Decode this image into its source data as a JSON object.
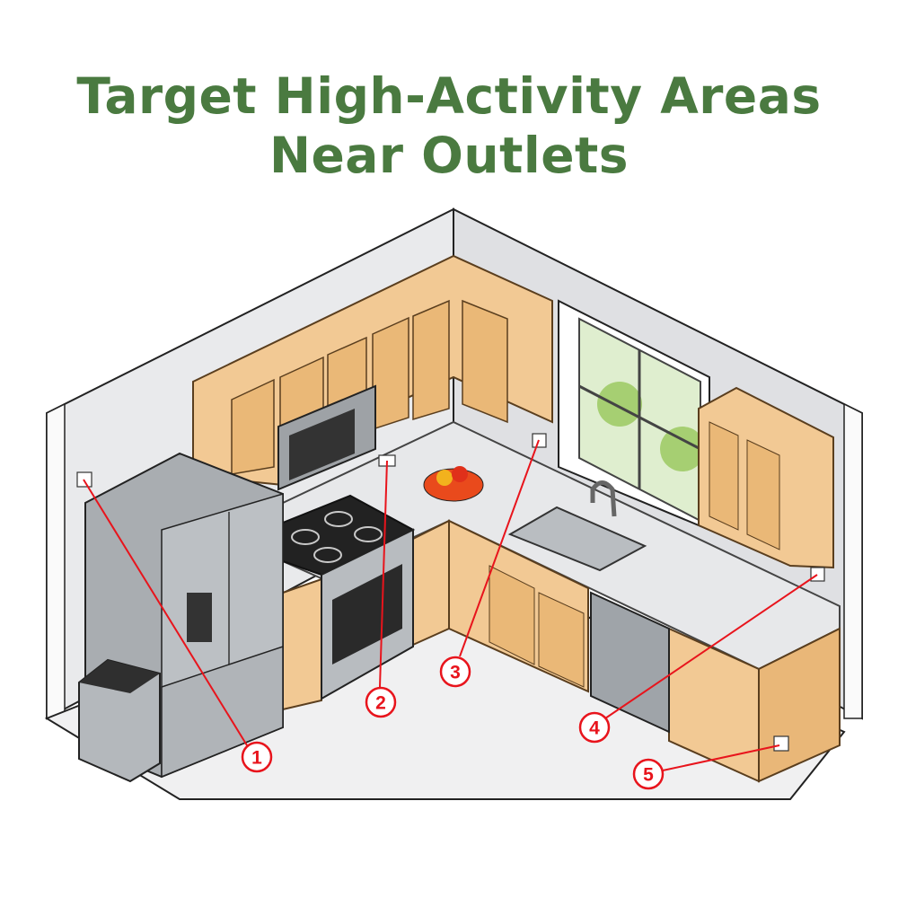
{
  "title": {
    "line1": "Target High-Activity Areas",
    "line2": "Near Outlets"
  },
  "colors": {
    "title": "#4a7a40",
    "callout": "#e8141c",
    "cabinet": "#f2c994",
    "steel": "#a9adb1",
    "wall": "#e6e7e9"
  },
  "callouts": [
    {
      "label": "1"
    },
    {
      "label": "2"
    },
    {
      "label": "3"
    },
    {
      "label": "4"
    },
    {
      "label": "5"
    }
  ]
}
